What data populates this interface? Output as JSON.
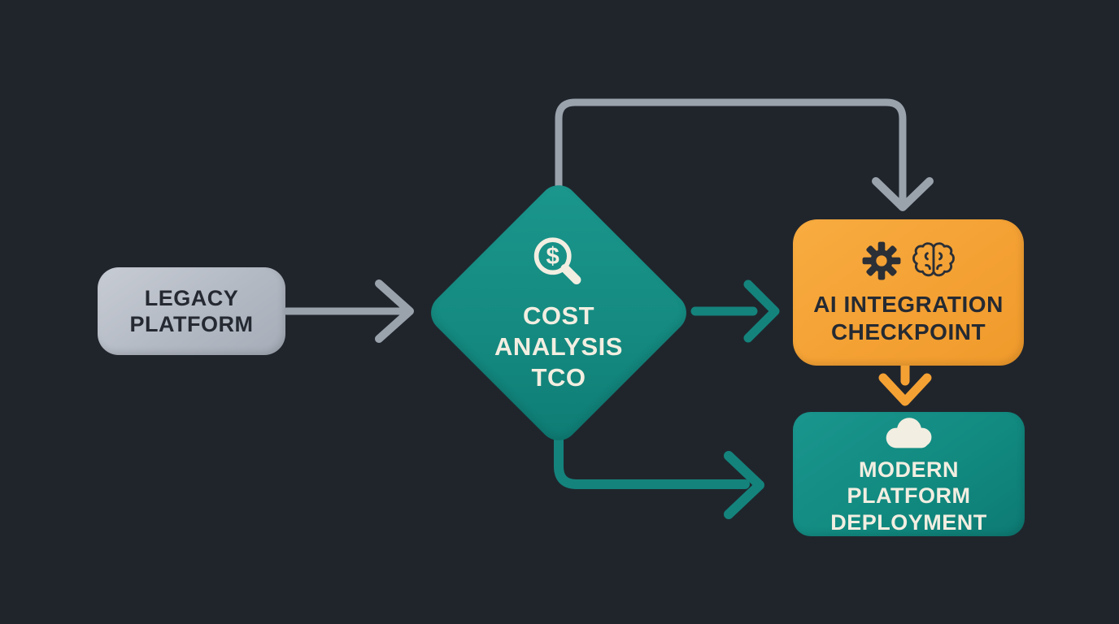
{
  "colors": {
    "background": "#20252c",
    "gray_node": "#b6bcc6",
    "gray_arrow": "#9aa2ac",
    "teal": "#14897f",
    "teal_box": "#11897f",
    "teal_arrow": "#14837c",
    "orange": "#f4a134",
    "cream": "#f2eee1",
    "dark_text": "#252a32",
    "dark_icon": "#2b2f36"
  },
  "diagram": {
    "nodes": {
      "legacy": {
        "label": "LEGACY PLATFORM",
        "shape": "rounded-rect",
        "color": "gray"
      },
      "cost": {
        "label": "COST ANALYSIS TCO",
        "shape": "diamond",
        "color": "teal",
        "icon": "magnifier-dollar",
        "icon_glyph": "$"
      },
      "checkpoint": {
        "label": "AI INTEGRATION CHECKPOINT",
        "shape": "rounded-rect",
        "color": "orange",
        "icons": [
          "gear",
          "brain"
        ]
      },
      "deployment": {
        "label": "MODERN PLATFORM DEPLOYMENT",
        "shape": "rounded-rect",
        "color": "teal",
        "icon": "cloud"
      }
    },
    "edges": [
      {
        "from": "legacy",
        "to": "cost",
        "route": "straight-right",
        "color_key": "gray_arrow"
      },
      {
        "from": "cost",
        "to": "checkpoint",
        "route": "up-over-down-loop",
        "color_key": "gray_arrow"
      },
      {
        "from": "cost",
        "to": "checkpoint",
        "route": "straight-right",
        "color_key": "teal_arrow"
      },
      {
        "from": "checkpoint",
        "to": "deployment",
        "route": "straight-down",
        "color_key": "orange"
      },
      {
        "from": "cost",
        "to": "deployment",
        "route": "down-then-right",
        "color_key": "teal_arrow"
      }
    ]
  }
}
